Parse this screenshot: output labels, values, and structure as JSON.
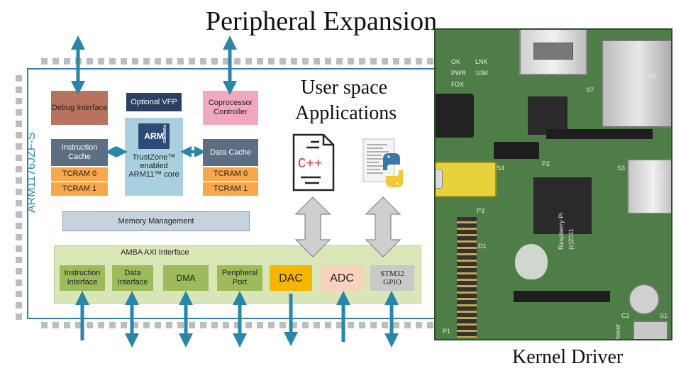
{
  "title": "Peripheral Expansion",
  "user_space_label_line1": "User space",
  "user_space_label_line2": "Applications",
  "kernel_label": "Kernel Driver",
  "chip": {
    "name": "ARM1176JZF-S",
    "debug_interface": "Debug Interface",
    "optional_vfp": "Optional VFP",
    "coprocessor_controller": "Coprocessor Controller",
    "instruction_cache": "Instruction Cache",
    "data_cache": "Data Cache",
    "tcram0_left": "TCRAM 0",
    "tcram1_left": "TCRAM 1",
    "tcram0_right": "TCRAM 0",
    "tcram1_right": "TCRAM 1",
    "arm_logo": "ARM",
    "arm_powered": "POWERED",
    "core_line1": "TrustZone™",
    "core_line2": "enabled",
    "core_line3": "ARM11™ core",
    "memory_management": "Memory Management",
    "amba_axi": "AMBA AXI Interface",
    "instruction_interface": "Instruction Interface",
    "data_interface": "Data Interface",
    "dma": "DMA",
    "peripheral_port": "Peripheral Port",
    "dac": "DAC",
    "adc": "ADC",
    "stm32_gpio_line1": "STM32",
    "stm32_gpio_line2": "GPIO"
  },
  "icons": {
    "cpp_file": "cpp-file-icon",
    "cpp_text": "C++",
    "python_file": "python-file-icon"
  },
  "board_silk": {
    "ok": "OK",
    "pwr": "PWR",
    "fdx": "FDX",
    "lnk": "LNK",
    "10m": "10M",
    "s7": "S7",
    "s8": "S8",
    "raspberry": "Raspberry Pi",
    "copyright": "(c)2011",
    "power": "Power",
    "gpio": "P1",
    "s1": "S1",
    "c2": "C2",
    "d1": "D1",
    "s4": "S4",
    "s3": "S3",
    "s5": "S5",
    "p2": "P2",
    "p3": "P3"
  },
  "colors": {
    "chip_border": "#2a86a8",
    "arrow_teal": "#2a86a8",
    "debug": "#b8735e",
    "coproc": "#f2a7c0",
    "cache": "#5d6d82",
    "tcram": "#f6a84a",
    "core": "#a9d0df",
    "memory": "#c6d3df",
    "amba": "#d9e7b8",
    "green_block": "#9dbb5a",
    "dac": "#f7b500",
    "adc": "#f9d2bd",
    "stm32": "#c9c9c9"
  }
}
